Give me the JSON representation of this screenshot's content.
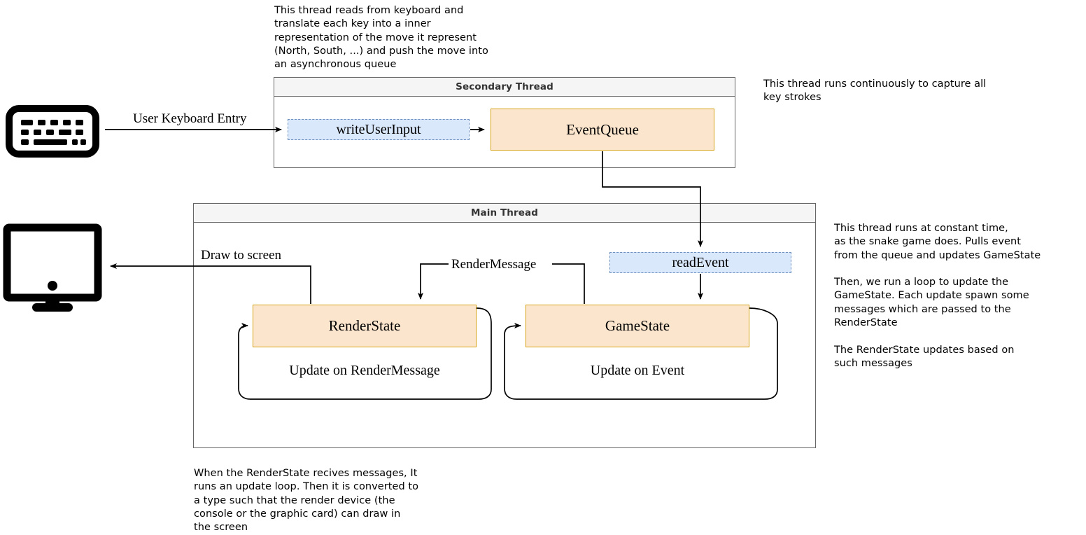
{
  "notes": {
    "secondary_thread_desc": "This thread reads from keyboard and\ntranslate each key into a inner\nrepresentation of the move it represent\n(North, South, ...) and push the move into\nan asynchronous queue",
    "secondary_thread_side": "This thread runs continuously to capture all\nkey strokes",
    "main_thread_side_1": "This thread runs at constant time,\nas the snake game does. Pulls event\nfrom the queue and updates GameState",
    "main_thread_side_2": "Then, we run a loop to update the\nGameState. Each update spawn some\nmessages which are passed to the\nRenderState",
    "main_thread_side_3": "The RenderState updates based on\nsuch messages",
    "render_state_bottom": "When the RenderState recives messages, It\nruns an update loop. Then it is converted to\na type such that the render device (the\nconsole or the graphic card) can draw in\nthe screen"
  },
  "lanes": {
    "secondary": {
      "title": "Secondary Thread"
    },
    "main": {
      "title": "Main Thread"
    }
  },
  "nodes": {
    "write_user_input": {
      "label": "writeUserInput",
      "fill": "#dae8fc",
      "stroke": "#6c8ebf"
    },
    "event_queue": {
      "label": "EventQueue",
      "fill": "#fce5cd",
      "stroke": "#d6a316"
    },
    "read_event": {
      "label": "readEvent",
      "fill": "#dae8fc",
      "stroke": "#6c8ebf"
    },
    "render_state": {
      "label": "RenderState",
      "fill": "#fce5cd",
      "stroke": "#d6a316"
    },
    "game_state": {
      "label": "GameState",
      "fill": "#fce5cd",
      "stroke": "#d6a316"
    }
  },
  "edges": {
    "user_keyboard_entry": "User Keyboard Entry",
    "draw_to_screen": "Draw to screen",
    "render_message": "RenderMessage",
    "render_state_loop": "Update on RenderMessage",
    "game_state_loop": "Update on Event"
  },
  "icons": {
    "keyboard": "keyboard-icon",
    "monitor": "monitor-icon"
  }
}
